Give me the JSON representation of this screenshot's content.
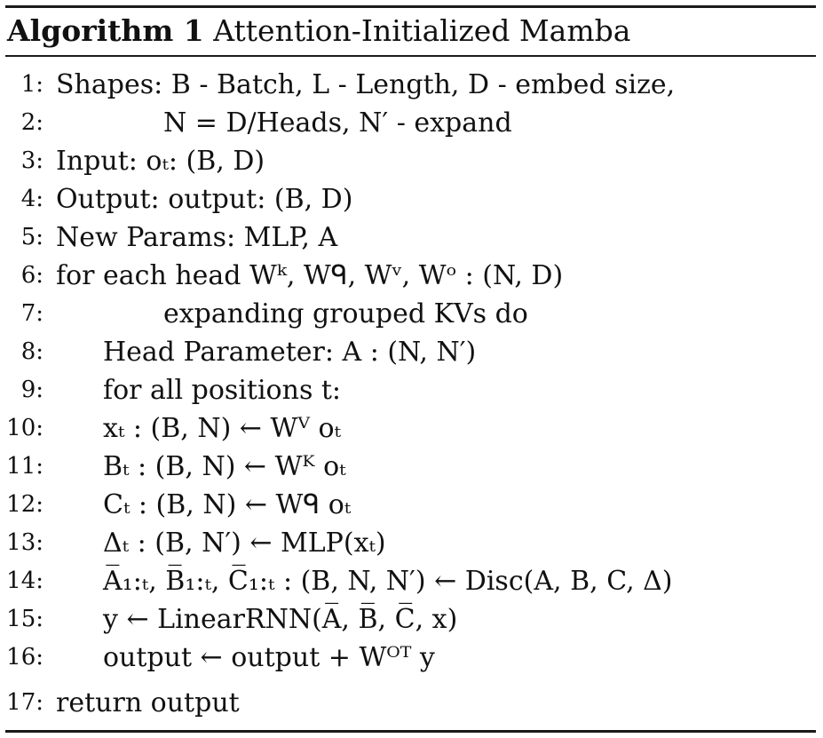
{
  "caption": {
    "label": "Algorithm 1",
    "title": "Attention-Initialized Mamba"
  },
  "lines": [
    {
      "num": "1:",
      "text": "Shapes: B - Batch, L - Length, D - embed size,",
      "indent": 0
    },
    {
      "num": "2:",
      "text": "N = D/Heads, N′ - expand",
      "indent": 2
    },
    {
      "num": "3:",
      "text": "Input: oₜ: (B, D)",
      "indent": 0
    },
    {
      "num": "4:",
      "text": "Output: output: (B, D)",
      "indent": 0
    },
    {
      "num": "5:",
      "text": "New Params: MLP, A",
      "indent": 0
    },
    {
      "num": "6:",
      "text": "for each head Wᵏ, Wᑫ, Wᵛ, Wᵒ : (N, D)",
      "indent": 0
    },
    {
      "num": "7:",
      "text": "expanding grouped KVs do",
      "indent": 2
    },
    {
      "num": "8:",
      "text": "Head Parameter: A : (N, N′)",
      "indent": 1
    },
    {
      "num": "9:",
      "text": "for all positions t:",
      "indent": 1
    },
    {
      "num": "10:",
      "text": "xₜ : (B, N) ← Wⱽ oₜ",
      "indent": 1
    },
    {
      "num": "11:",
      "text": "Bₜ : (B, N) ← Wᴷ oₜ",
      "indent": 1
    },
    {
      "num": "12:",
      "text": "Cₜ : (B, N) ← Wᑫ oₜ",
      "indent": 1
    },
    {
      "num": "13:",
      "text": "Δₜ : (B, N′) ← MLP(xₜ)",
      "indent": 1
    },
    {
      "num": "14:",
      "text": "A̅₁:ₜ, B̅₁:ₜ, C̅₁:ₜ : (B, N, N′) ← Disc(A, B, C, Δ)",
      "indent": 1
    },
    {
      "num": "15:",
      "text": "y ← LinearRNN(A̅, B̅, C̅, x)",
      "indent": 1
    },
    {
      "num": "16:",
      "text": "output ← output + Wᴼᵀ y",
      "indent": 1
    },
    {
      "num": "17:",
      "text": "return output",
      "indent": 0
    }
  ]
}
